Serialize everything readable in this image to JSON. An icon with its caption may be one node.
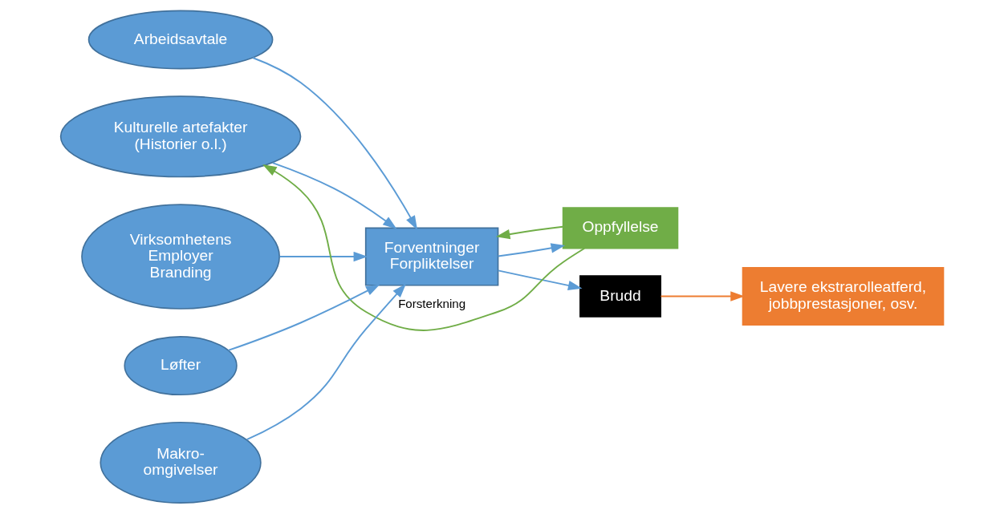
{
  "diagram": {
    "nodes": [
      {
        "text": [
          "Arbeidsavtale"
        ]
      },
      {
        "text": [
          "Kulturelle artefakter (Historier o.l.)"
        ]
      },
      {
        "text": [
          "Virksomhetens Employer Branding"
        ]
      },
      {
        "text": [
          "Forventninger Forpliktelser"
        ]
      },
      {
        "text": [
          "Oppfyllelse"
        ]
      },
      {
        "text": [
          "Brudd"
        ]
      },
      {
        "text": [
          "Løfter"
        ]
      },
      {
        "text": [
          "Makro- omgivelser"
        ]
      },
      {
        "text": [
          "Lavere ekstrarolleatferd, jobbprestasjoner, osv."
        ]
      }
    ],
    "edges": [
      {
        "from": 0,
        "to": 3,
        "arrow": "to"
      },
      {
        "from": 1,
        "to": 3,
        "arrow": "to"
      },
      {
        "from": 2,
        "to": 3,
        "arrow": "to"
      },
      {
        "from": 6,
        "to": 3,
        "arrow": "to"
      },
      {
        "from": 7,
        "to": 3,
        "arrow": "to"
      },
      {
        "from": 3,
        "to": 4,
        "arrow": "to"
      },
      {
        "from": 3,
        "to": 5,
        "arrow": "to"
      },
      {
        "from": 4,
        "to": 1,
        "arrow": "to",
        "label": "Forsterkning",
        "color": "#70ad47"
      },
      {
        "from": 4,
        "to": 3,
        "arrow": "to",
        "color": "#70ad47"
      },
      {
        "from": 5,
        "to": 8,
        "arrow": "to",
        "color": "#ed7d31"
      }
    ]
  }
}
